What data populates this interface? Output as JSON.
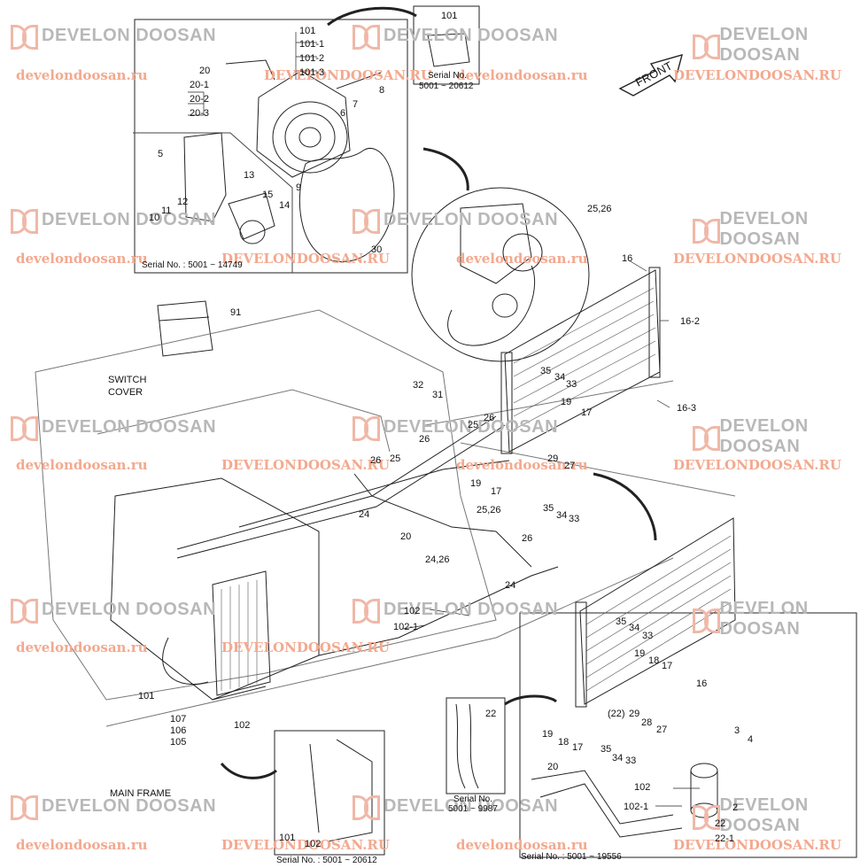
{
  "watermark": {
    "brand": "DEVELON DOOSAN",
    "url_lower": "develondoosan.ru",
    "url_upper": "DEVELONDOOSAN.RU"
  },
  "front_arrow": "FRONT",
  "captions": {
    "switch_cover": "SWITCH\nCOVER",
    "main_frame": "MAIN FRAME",
    "serial_top_title": "Serial No.",
    "serial_top_range": "5001 ~ 20612",
    "serial_compressor": "Serial No. : 5001 ~ 14749",
    "serial_bottom_left": "Serial No. : 5001 ~ 20612",
    "serial_middle_title": "Serial No.",
    "serial_middle_range": "5001 ~ 9987",
    "serial_bottom_right": "Serial No. : 5001 ~ 19556"
  },
  "labels": [
    "101",
    "101",
    "101-1",
    "101-2",
    "101-3",
    "20",
    "20-1",
    "20-2",
    "20-3",
    "8",
    "7",
    "6",
    "5",
    "9",
    "13",
    "15",
    "14",
    "12",
    "11",
    "10",
    "30",
    "25,26",
    "16",
    "16-2",
    "91",
    "35",
    "34",
    "33",
    "19",
    "17",
    "16-3",
    "32",
    "31",
    "26",
    "25",
    "26",
    "26",
    "25",
    "29",
    "27",
    "19",
    "17",
    "24",
    "25,26",
    "35",
    "34",
    "33",
    "20",
    "26",
    "24,26",
    "24",
    "102",
    "102-1",
    "101",
    "107",
    "106",
    "105",
    "102",
    "35",
    "34",
    "33",
    "19",
    "18",
    "17",
    "16",
    "22",
    "(22)",
    "29",
    "28",
    "27",
    "19",
    "18",
    "17",
    "35",
    "34",
    "33",
    "3",
    "4",
    "20",
    "102",
    "102-1",
    "2",
    "22",
    "22-1",
    "101",
    "102"
  ]
}
